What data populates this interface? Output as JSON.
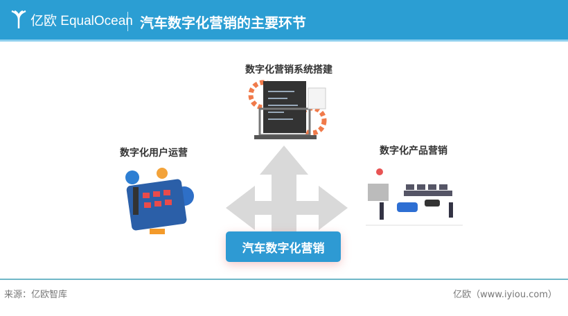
{
  "header": {
    "logo_text": "亿欧 EqualOcean",
    "title": "汽车数字化营销的主要环节"
  },
  "nodes": {
    "top": "数字化营销系统搭建",
    "left": "数字化用户运营",
    "right": "数字化产品营销",
    "center": "汽车数字化营销"
  },
  "footer": {
    "source": "来源：亿欧智库",
    "site": "亿欧（www.iyiou.com）"
  },
  "colors": {
    "header": "#2b9ed3",
    "center_button": "#2e9ad3",
    "arrow": "#d9d9d9"
  }
}
